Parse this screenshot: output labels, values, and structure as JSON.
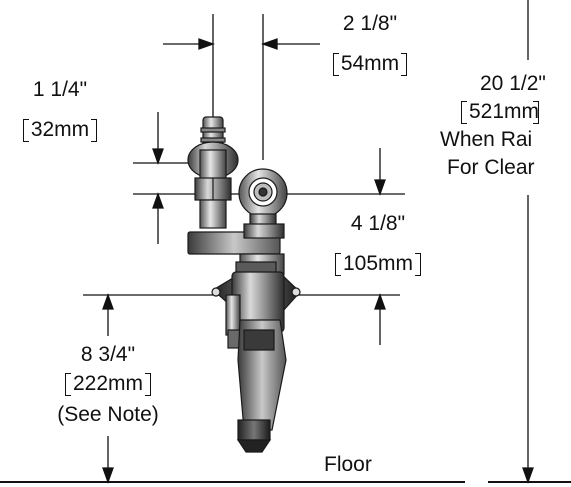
{
  "dimensions": {
    "centerline_offset": {
      "imperial": "2 1/8\"",
      "metric": "54mm"
    },
    "upper_spacing": {
      "imperial": "1 1/4\"",
      "metric": "32mm"
    },
    "upper_height": {
      "imperial": "4 1/8\"",
      "metric": "105mm"
    },
    "floor_height": {
      "imperial": "8 3/4\"",
      "metric": "222mm",
      "note": "(See Note)"
    },
    "overall_height": {
      "imperial": "20 1/2\"",
      "metric": "521mm",
      "line3": "When Rai",
      "line4": "For Clear"
    }
  },
  "floor_label": "Floor",
  "colors": {
    "ink": "#111111",
    "metal_dark": "#3a3a3a",
    "metal_mid": "#8a8a8a",
    "metal_light": "#d9d9d9"
  }
}
